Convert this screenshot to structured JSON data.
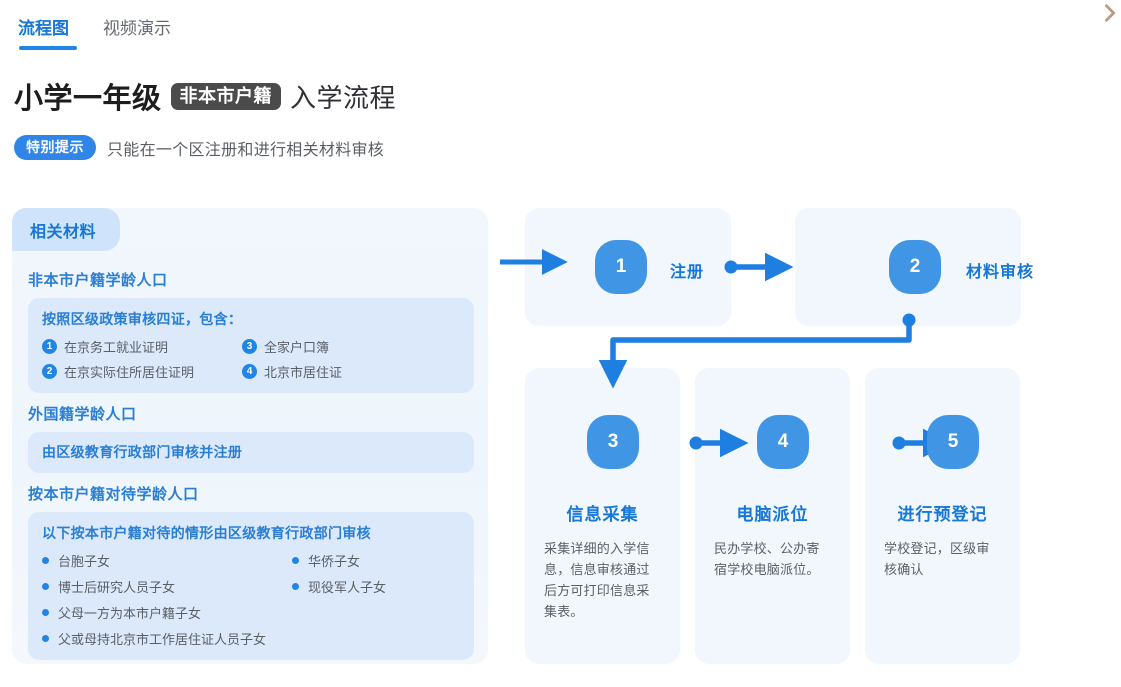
{
  "tabs": [
    {
      "label": "流程图",
      "active": true
    },
    {
      "label": "视频演示",
      "active": false
    }
  ],
  "header": {
    "title_strong": "小学一年级",
    "title_badge": "非本市户籍",
    "title_rest": "入学流程",
    "note_pill": "特别提示",
    "note_text": "只能在一个区注册和进行相关材料审核"
  },
  "icons": {
    "chevron_right": "chevron-right-icon"
  },
  "materials": {
    "tab_label": "相关材料",
    "sections": [
      {
        "heading": "非本市户籍学龄人口",
        "box_title": "按照区级政策审核四证，包含：",
        "numbered": [
          {
            "num": "1",
            "text": "在京务工就业证明"
          },
          {
            "num": "3",
            "text": "全家户口簿"
          },
          {
            "num": "2",
            "text": "在京实际住所居住证明"
          },
          {
            "num": "4",
            "text": "北京市居住证"
          }
        ]
      },
      {
        "heading": "外国籍学龄人口",
        "single_line": "由区级教育行政部门审核并注册"
      },
      {
        "heading": "按本市户籍对待学龄人口",
        "box_title": "以下按本市户籍对待的情形由区级教育行政部门审核",
        "bullets": [
          "台胞子女",
          "华侨子女",
          "博士后研究人员子女",
          "现役军人子女",
          "父母一方为本市户籍子女",
          "",
          "父或母持北京市工作居住证人员子女",
          ""
        ]
      }
    ]
  },
  "flow": {
    "steps": [
      {
        "num": "1",
        "title": "注册",
        "desc": ""
      },
      {
        "num": "2",
        "title": "材料审核",
        "desc": ""
      },
      {
        "num": "3",
        "title": "信息采集",
        "desc": "采集详细的入学信息，信息审核通过后方可打印信息采集表。"
      },
      {
        "num": "4",
        "title": "电脑派位",
        "desc": "民办学校、公办寄宿学校电脑派位。"
      },
      {
        "num": "5",
        "title": "进行预登记",
        "desc": "学校登记，区级审核确认"
      }
    ]
  },
  "colors": {
    "accent": "#1f86e8",
    "step_circle": "#4095e5",
    "panel_bg": "#f2f7fd",
    "inner_box_bg": "#dbe9fb",
    "badge_dark": "#4b4b4b",
    "text_gray": "#5c6066"
  }
}
